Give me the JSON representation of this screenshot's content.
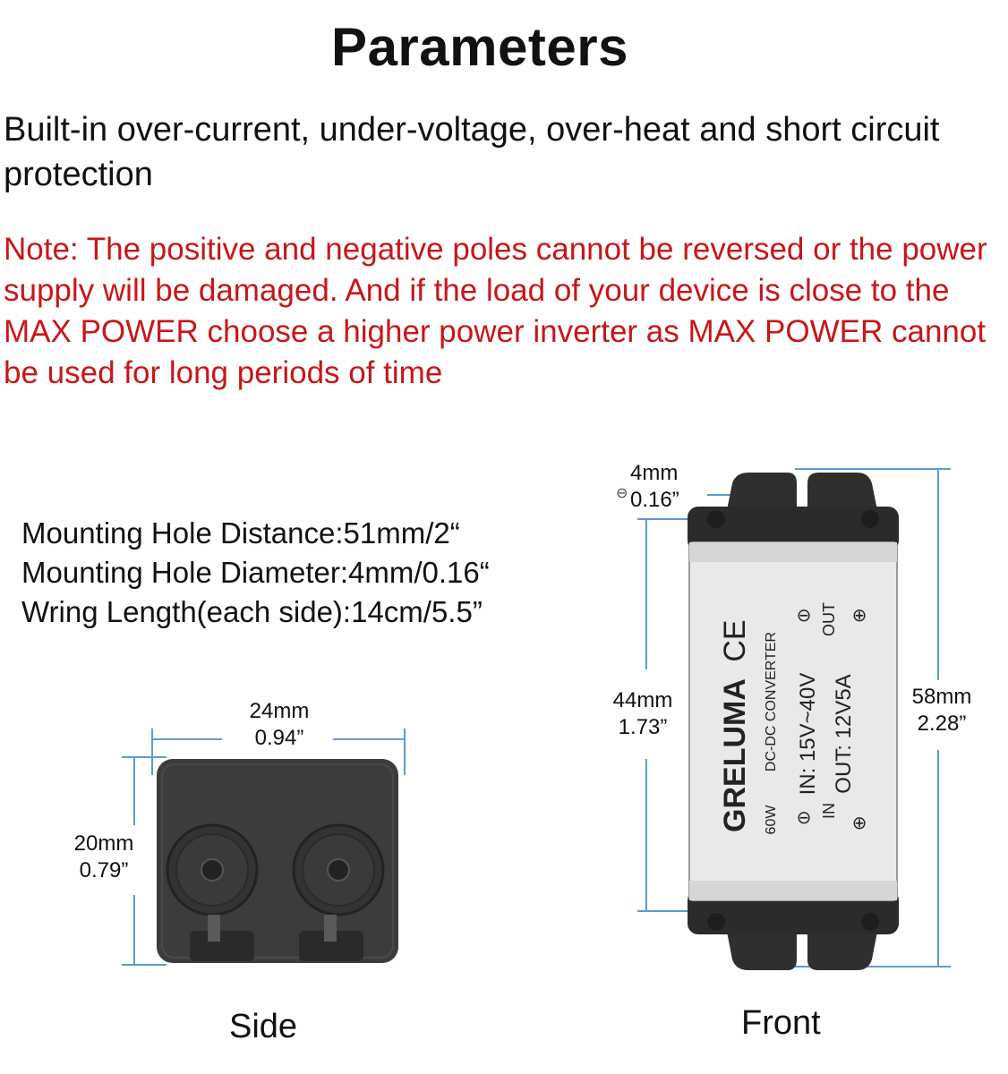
{
  "title": "Parameters",
  "intro_text": "Built-in over-current, under-voltage, over-heat and short circuit protection",
  "note_text": "Note: The positive and negative poles cannot be reversed or the power supply will be damaged. And if the load of your device is close to the MAX POWER choose a higher power inverter as MAX POWER cannot be used for long periods of time",
  "specs": [
    "Mounting Hole Distance:51mm/2“",
    "Mounting Hole Diameter:4mm/0.16“",
    "Wring Length(each side):14cm/5.5”"
  ],
  "side_view": {
    "caption": "Side",
    "width_mm": "24mm",
    "width_in": "0.94”",
    "height_mm": "20mm",
    "height_in": "0.79”"
  },
  "front_view": {
    "caption": "Front",
    "hole_mm": "4mm",
    "hole_in": "0.16”",
    "body_mm": "44mm",
    "body_in": "1.73”",
    "total_mm": "58mm",
    "total_in": "2.28”",
    "label": {
      "brand": "GRELUMA",
      "ce_mark": "CE",
      "power": "60W",
      "type": "DC-DC  CONVERTER",
      "input": "IN: 15V~40V",
      "output": "OUT: 12V5A",
      "in_tag": "IN",
      "out_tag": "OUT"
    }
  },
  "colors": {
    "note": "#c8161a",
    "dimension_line": "#5b9bd5",
    "device_body": "#3b3b3b"
  }
}
